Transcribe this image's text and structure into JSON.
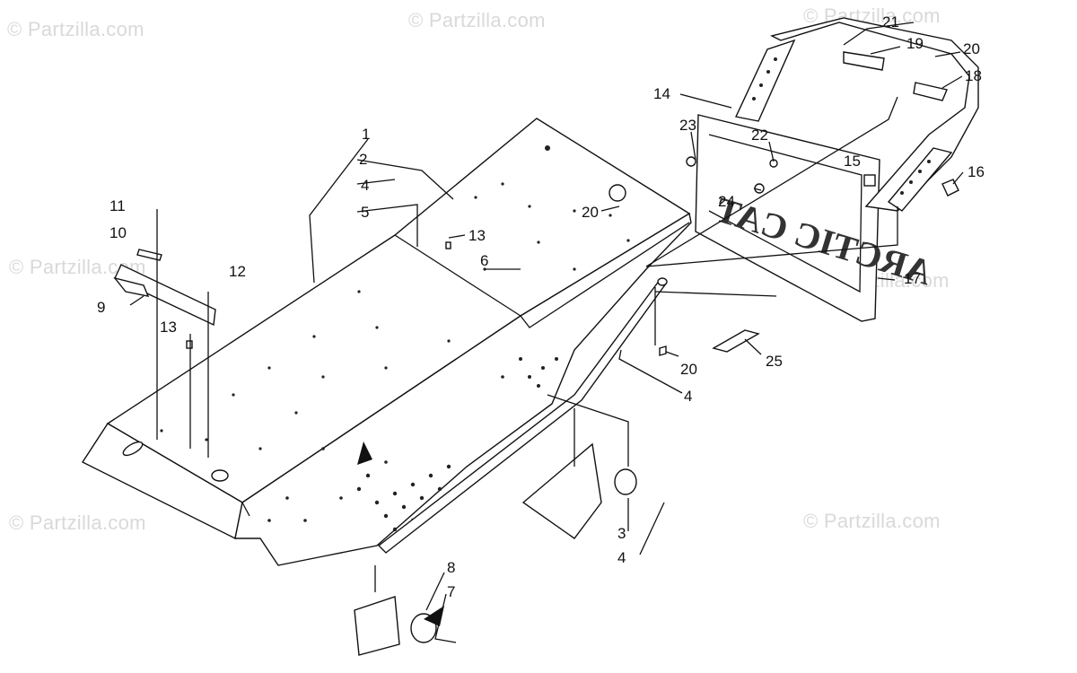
{
  "watermark": "© Partzilla.com",
  "brand_text": "ARCTIC CAT",
  "callouts": [
    "1",
    "2",
    "3",
    "4",
    "5",
    "6",
    "7",
    "8",
    "9",
    "10",
    "11",
    "12",
    "13",
    "14",
    "15",
    "16",
    "17",
    "18",
    "19",
    "20",
    "21",
    "22",
    "23",
    "24",
    "25"
  ]
}
